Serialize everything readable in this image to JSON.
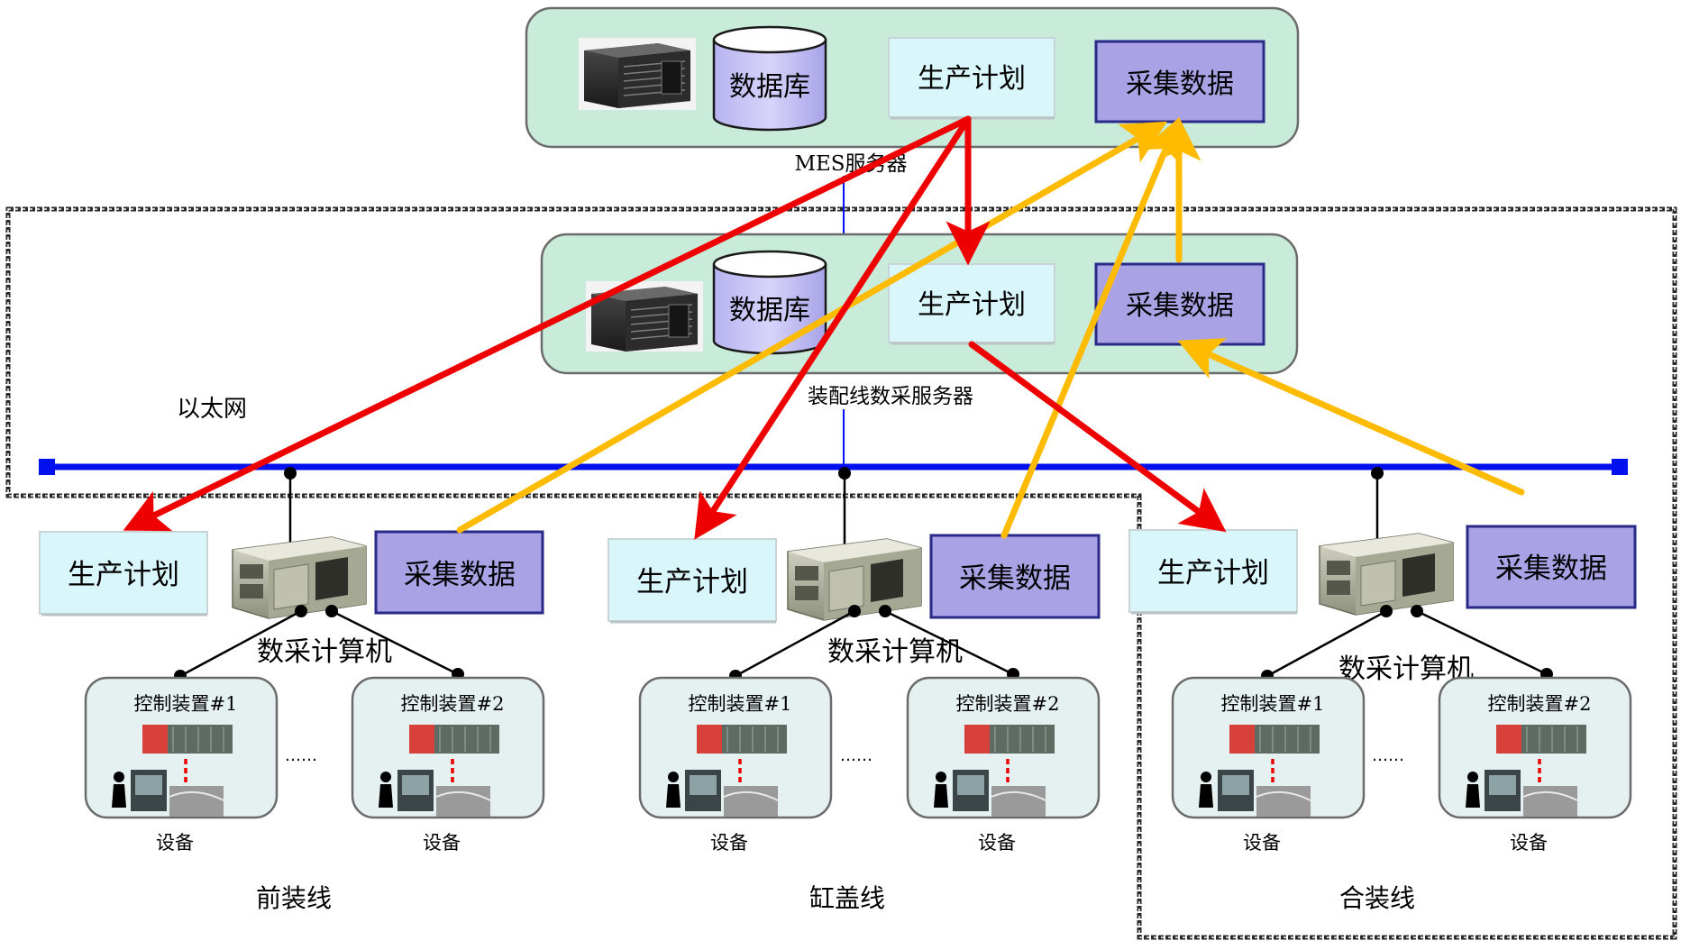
{
  "mes_server": {
    "label": "MES服务器",
    "database": "数据库",
    "production_plan": "生产计划",
    "collected_data": "采集数据"
  },
  "line_server": {
    "label": "装配线数采服务器",
    "database": "数据库",
    "production_plan": "生产计划",
    "collected_data": "采集数据"
  },
  "network": {
    "label": "以太网"
  },
  "lines": [
    {
      "name": "前装线",
      "plan": "生产计划",
      "data": "采集数据",
      "computer": "数采计算机",
      "devices": [
        {
          "controller": "控制装置#1",
          "equipment": "设备"
        },
        {
          "controller": "控制装置#2",
          "equipment": "设备"
        }
      ],
      "ellipsis": "……"
    },
    {
      "name": "缸盖线",
      "plan": "生产计划",
      "data": "采集数据",
      "computer": "数采计算机",
      "devices": [
        {
          "controller": "控制装置#1",
          "equipment": "设备"
        },
        {
          "controller": "控制装置#2",
          "equipment": "设备"
        }
      ],
      "ellipsis": "……"
    },
    {
      "name": "合装线",
      "plan": "生产计划",
      "data": "采集数据",
      "computer": "数采计算机",
      "devices": [
        {
          "controller": "控制装置#1",
          "equipment": "设备"
        },
        {
          "controller": "控制装置#2",
          "equipment": "设备"
        }
      ],
      "ellipsis": "……"
    }
  ],
  "colors": {
    "server_panel": "#c9ebd9",
    "plan_box": "#d9f6fb",
    "data_box": "#a9a3e6",
    "device_panel": "#e5f1f1",
    "bus": "#0010ee",
    "plan_arrow": "#ee0000",
    "data_arrow": "#ffbb00"
  }
}
